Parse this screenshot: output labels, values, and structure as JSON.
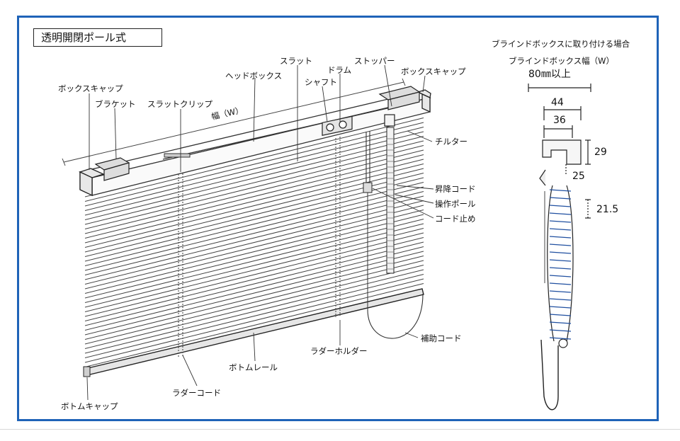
{
  "title": "透明開閉ポール式",
  "labels": {
    "box_cap_left": "ボックスキャップ",
    "bracket": "ブラケット",
    "slat_clip": "スラットクリップ",
    "width": "幅（W）",
    "head_box": "ヘッドボックス",
    "slat": "スラット",
    "shaft": "シャフト",
    "drum": "ドラム",
    "stopper": "ストッパー",
    "box_cap_right": "ボックスキャップ",
    "tilter": "チルター",
    "lift_cord": "昇降コード",
    "operation_pole": "操作ポール",
    "cord_stopper": "コード止め",
    "aux_cord": "補助コード",
    "ladder_holder": "ラダーホルダー",
    "bottom_rail": "ボトムレール",
    "ladder_cord": "ラダーコード",
    "bottom_cap": "ボトムキャップ"
  },
  "side_detail": {
    "heading": "ブラインドボックスに取り付ける場合",
    "subheading": "ブラインドボックス幅（W）",
    "min_width": "80㎜以上",
    "dims": {
      "d44": "44",
      "d36": "36",
      "d29": "29",
      "d25": "25",
      "d21_5": "21.5"
    }
  }
}
